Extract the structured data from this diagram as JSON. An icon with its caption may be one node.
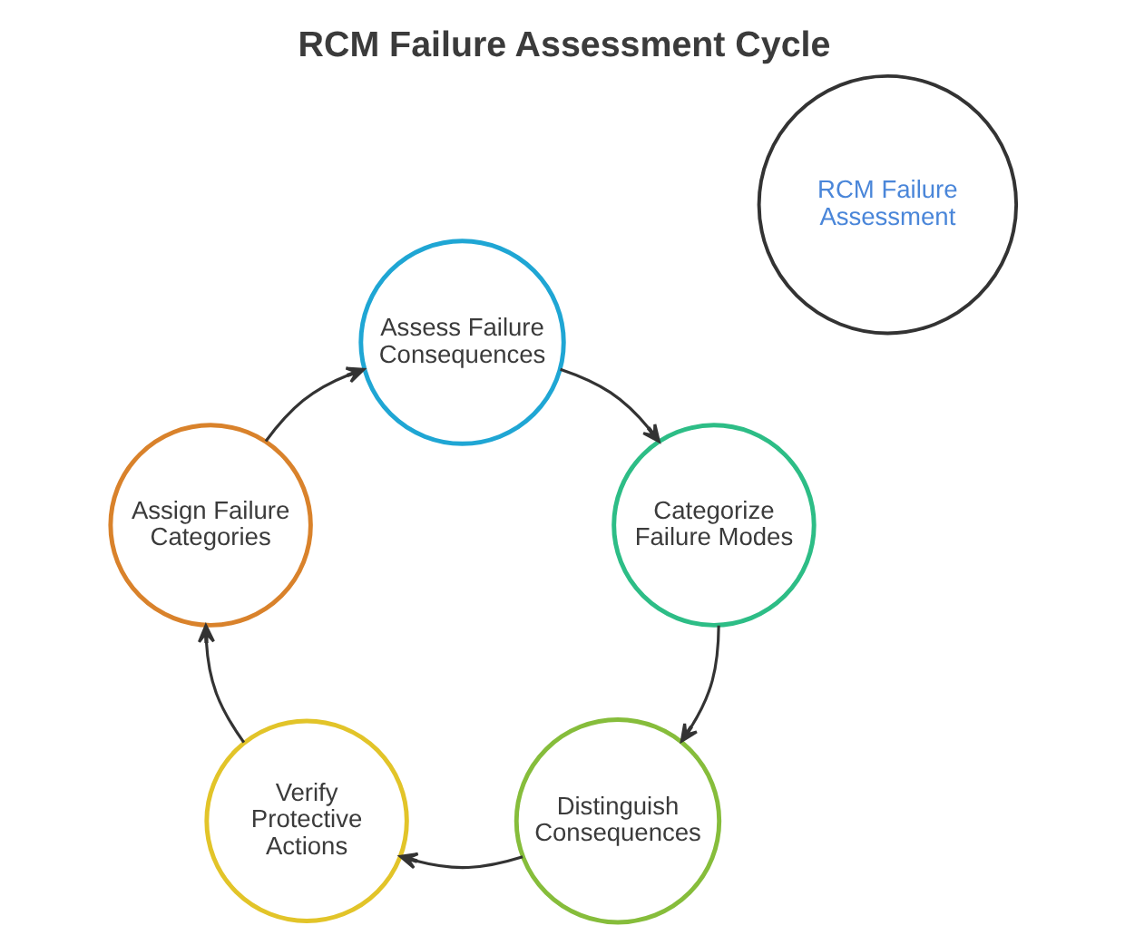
{
  "diagram": {
    "title": "RCM Failure Assessment Cycle",
    "nodes": [
      {
        "text": [
          "Assess Failure Consequences"
        ]
      },
      {
        "text": [
          "Assign Failure Categories"
        ]
      },
      {
        "text": [
          "RCM Failure Assessment"
        ]
      },
      {
        "text": [
          "Categorize Failure Modes"
        ]
      },
      {
        "text": [
          "Verify Protective Actions"
        ]
      },
      {
        "text": [
          "Distinguish Consequences"
        ]
      }
    ],
    "edges": [
      {
        "from": 0,
        "to": 3,
        "arrow": "to"
      },
      {
        "from": 3,
        "to": 5,
        "arrow": "to"
      },
      {
        "from": 5,
        "to": 4,
        "arrow": "to"
      },
      {
        "from": 4,
        "to": 1,
        "arrow": "to"
      },
      {
        "from": 1,
        "to": 0,
        "arrow": "to"
      }
    ]
  }
}
